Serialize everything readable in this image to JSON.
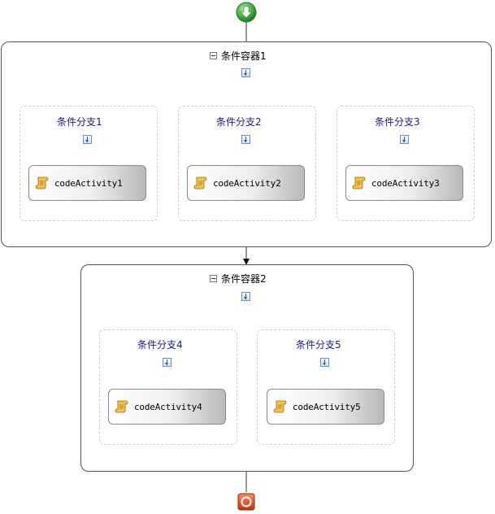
{
  "workflow": {
    "containers": [
      {
        "title": "条件容器1",
        "branches": [
          {
            "title": "条件分支1",
            "activity": "codeActivity1"
          },
          {
            "title": "条件分支2",
            "activity": "codeActivity2"
          },
          {
            "title": "条件分支3",
            "activity": "codeActivity3"
          }
        ]
      },
      {
        "title": "条件容器2",
        "branches": [
          {
            "title": "条件分支4",
            "activity": "codeActivity4"
          },
          {
            "title": "条件分支5",
            "activity": "codeActivity5"
          }
        ]
      }
    ]
  },
  "icons": {
    "start": "start-arrow-icon",
    "end": "stop-icon",
    "activity": "code-scroll-icon",
    "drop_target": "drop-target-icon",
    "collapse": "collapse-minus-icon"
  },
  "colors": {
    "start": "#3fae3f",
    "end": "#e0461c",
    "branch_title": "#1a1a80",
    "connector_arrow": "#1a2a80"
  }
}
